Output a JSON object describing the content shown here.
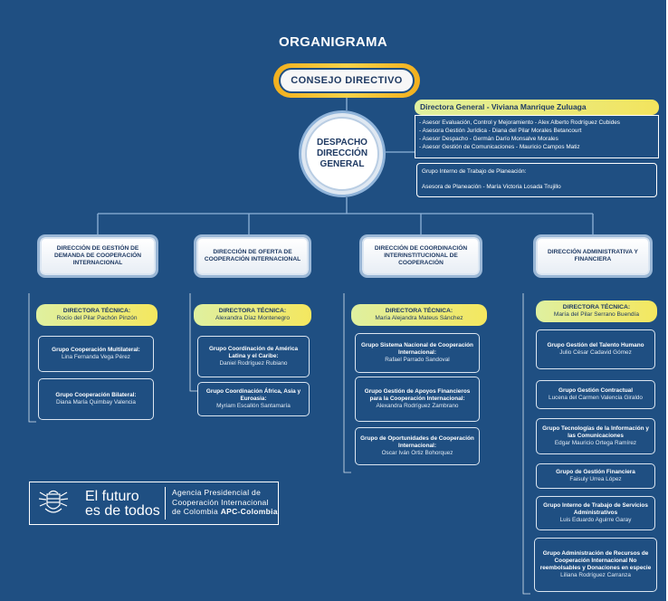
{
  "title": "ORGANIGRAMA",
  "consejo": "CONSEJO DIRECTIVO",
  "despacho": [
    "DESPACHO",
    "DIRECCIÓN",
    "GENERAL"
  ],
  "directora_general": "Directora General - Viviana Manrique Zuluaga",
  "asesores": [
    "- Asesor Evaluación, Control y Mejoramiento - Alex Alberto Rodríguez Cubides",
    "- Asesora Gestión Jurídica - Diana del Pilar Morales Betancourt",
    "- Asesor Despacho - Germán Darío Monsalve Morales",
    "- Asesor Gestión de Comunicaciones - Mauricio Campos Matiz"
  ],
  "planeacion": {
    "title": "Grupo Interno de Trabajo de Planeación:",
    "person": "Asesora de Planeación - María Victoria Losada Trujillo"
  },
  "direcciones": [
    {
      "name": "DIRECCIÓN DE GESTIÓN DE DEMANDA DE COOPERACIÓN INTERNACIONAL",
      "director_label": "DIRECTORA TÉCNICA:",
      "director": "Rocío del Pilar Pachón Pinzón",
      "groups": [
        {
          "title": "Grupo Cooperación Multilateral:",
          "person": "Lina Fernanda Vega Pérez"
        },
        {
          "title": "Grupo Cooperación Bilateral:",
          "person": "Diana María Quimbay Valencia"
        }
      ]
    },
    {
      "name": "DIRECCIÓN DE OFERTA DE COOPERACIÓN INTERNACIONAL",
      "director_label": "DIRECTORA TÉCNICA:",
      "director": "Alexandra Díaz Montenegro",
      "groups": [
        {
          "title": "Grupo Coordinación de América Latina y el Caribe:",
          "person": "Daniel Rodríguez Rubiano"
        },
        {
          "title": "Grupo Coordinación África, Asia y Euroasia:",
          "person": "Myriam Escallón Santamaría"
        }
      ]
    },
    {
      "name": "DIRECCIÓN DE COORDINACIÓN INTERINSTITUCIONAL DE COOPERACIÓN",
      "director_label": "DIRECTORA TÉCNICA:",
      "director": "María Alejandra Mateus Sánchez",
      "groups": [
        {
          "title": "Grupo Sistema Nacional de Cooperación Internacional:",
          "person": "Rafael Parrado Sandoval"
        },
        {
          "title": "Grupo Gestión de Apoyos Financieros para la Cooperación Internacional:",
          "person": "Alexandra Rodríguez Zambrano"
        },
        {
          "title": "Grupo de Oportunidades de Cooperación Internacional:",
          "person": "Oscar Iván Ortiz Bohorquez"
        }
      ]
    },
    {
      "name": "DIRECCIÓN ADMINISTRATIVA Y FINANCIERA",
      "director_label": "DIRECTORA TÉCNICA:",
      "director": "María del Pilar Serrano Buendía",
      "groups": [
        {
          "title": "Grupo Gestión del Talento Humano",
          "person": "Julio César Cadavid Gómez"
        },
        {
          "title": "Grupo Gestión Contractual",
          "person": "Lucena del Carmen Valencia Giraldo"
        },
        {
          "title": "Grupo Tecnologías de la Información y las Comunicaciones",
          "person": "Edgar Mauricio Ortega Ramírez"
        },
        {
          "title": "Grupo de Gestión Financiera",
          "person": "Faisuly Urrea López"
        },
        {
          "title": "Grupo Interno de Trabajo de Servicios Administrativos",
          "person": "Luis Eduardo Aguirre Garay"
        },
        {
          "title": "Grupo Administración de Recursos de Cooperación Internacional No reembolsables y Donaciones en especie",
          "person": "Liliana Rodríguez Carranza"
        }
      ]
    }
  ],
  "footer": {
    "tagline_1": "El futuro",
    "tagline_2": "es de todos",
    "agency_1": "Agencia Presidencial de",
    "agency_2": "Cooperación Internacional",
    "agency_3": "de Colombia",
    "agency_bold": "APC-Colombia",
    "shield_icon": "colombia-coat-of-arms-icon"
  },
  "colors": {
    "background": "#1f4f82",
    "accent_gold": "#f2b01e",
    "accent_yellow": "#f4e75f",
    "line": "#dce6f1"
  }
}
